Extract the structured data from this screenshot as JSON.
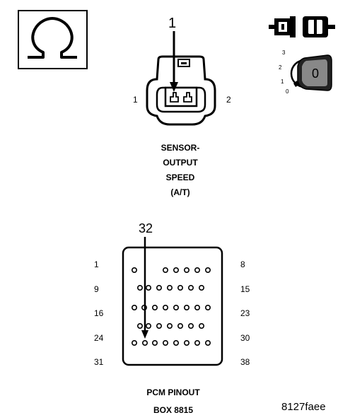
{
  "ohm_symbol": {
    "icon": "omega-icon",
    "glyph": "Ω"
  },
  "key_icons": {
    "connector_icon": "connector-disconnect-icon",
    "ignition_icon": "ignition-key-icon",
    "key_positions": [
      "3",
      "2",
      "1",
      "0"
    ],
    "key_value": "0"
  },
  "sensor_connector": {
    "pin_callout": "1",
    "left_pin": "1",
    "right_pin": "2",
    "title_lines": [
      "SENSOR-",
      "OUTPUT",
      "SPEED",
      "(A/T)"
    ]
  },
  "pcm": {
    "pin_callout": "32",
    "row_labels_left": [
      "1",
      "9",
      "16",
      "24",
      "31"
    ],
    "row_labels_right": [
      "8",
      "15",
      "23",
      "30",
      "38"
    ],
    "title_lines": [
      "PCM PINOUT",
      "BOX 8815"
    ]
  },
  "figure_id": "8127faee"
}
